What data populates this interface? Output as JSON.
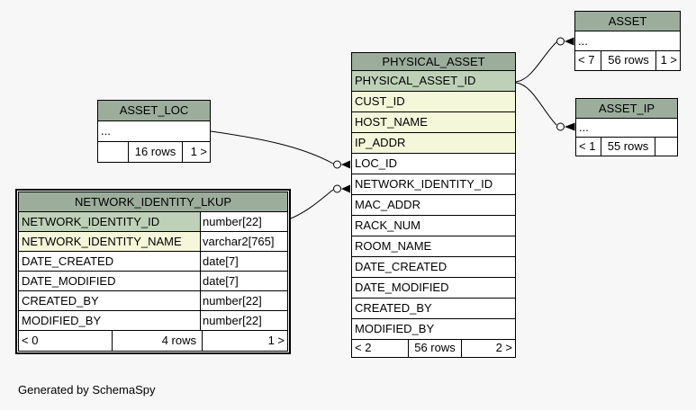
{
  "page": {
    "background": "#f7f7f7",
    "footer_note": "Generated by SchemaSpy"
  },
  "colors": {
    "table_header_bg": "#9cad9c",
    "primary_key_bg": "#bed1b8",
    "indexed_column_bg": "#f4f7da",
    "table_bg": "#ffffff",
    "line": "#000000"
  },
  "tables": [
    {
      "name": "ASSET_LOC",
      "columns": [
        {
          "name": "...",
          "style": "plain"
        }
      ],
      "footer": {
        "left": "",
        "center": "16 rows",
        "right": "1 >"
      }
    },
    {
      "name": "NETWORK_IDENTITY_LKUP",
      "columns": [
        {
          "name": "NETWORK_IDENTITY_ID",
          "type": "number[22]",
          "style": "pk"
        },
        {
          "name": "NETWORK_IDENTITY_NAME",
          "type": "varchar2[765]",
          "style": "indexed"
        },
        {
          "name": "DATE_CREATED",
          "type": "date[7]",
          "style": "plain"
        },
        {
          "name": "DATE_MODIFIED",
          "type": "date[7]",
          "style": "plain"
        },
        {
          "name": "CREATED_BY",
          "type": "number[22]",
          "style": "plain"
        },
        {
          "name": "MODIFIED_BY",
          "type": "number[22]",
          "style": "plain"
        }
      ],
      "footer": {
        "left": "< 0",
        "center": "4 rows",
        "right": "1 >"
      }
    },
    {
      "name": "PHYSICAL_ASSET",
      "columns": [
        {
          "name": "PHYSICAL_ASSET_ID",
          "style": "pk"
        },
        {
          "name": "CUST_ID",
          "style": "indexed"
        },
        {
          "name": "HOST_NAME",
          "style": "indexed"
        },
        {
          "name": "IP_ADDR",
          "style": "indexed"
        },
        {
          "name": "LOC_ID",
          "style": "plain"
        },
        {
          "name": "NETWORK_IDENTITY_ID",
          "style": "plain"
        },
        {
          "name": "MAC_ADDR",
          "style": "plain"
        },
        {
          "name": "RACK_NUM",
          "style": "plain"
        },
        {
          "name": "ROOM_NAME",
          "style": "plain"
        },
        {
          "name": "DATE_CREATED",
          "style": "plain"
        },
        {
          "name": "DATE_MODIFIED",
          "style": "plain"
        },
        {
          "name": "CREATED_BY",
          "style": "plain"
        },
        {
          "name": "MODIFIED_BY",
          "style": "plain"
        }
      ],
      "footer": {
        "left": "< 2",
        "center": "56 rows",
        "right": "2 >"
      }
    },
    {
      "name": "ASSET",
      "columns": [
        {
          "name": "...",
          "style": "plain"
        }
      ],
      "footer": {
        "left": "< 7",
        "center": "56 rows",
        "right": "1 >"
      }
    },
    {
      "name": "ASSET_IP",
      "columns": [
        {
          "name": "...",
          "style": "plain"
        }
      ],
      "footer": {
        "left": "< 1",
        "center": "55 rows",
        "right": ""
      }
    }
  ],
  "relationships": [
    {
      "from": "ASSET_LOC",
      "to": "PHYSICAL_ASSET.LOC_ID"
    },
    {
      "from": "NETWORK_IDENTITY_LKUP.NETWORK_IDENTITY_ID",
      "to": "PHYSICAL_ASSET.NETWORK_IDENTITY_ID"
    },
    {
      "from": "PHYSICAL_ASSET.PHYSICAL_ASSET_ID",
      "to": "ASSET"
    },
    {
      "from": "PHYSICAL_ASSET.PHYSICAL_ASSET_ID",
      "to": "ASSET_IP"
    }
  ]
}
